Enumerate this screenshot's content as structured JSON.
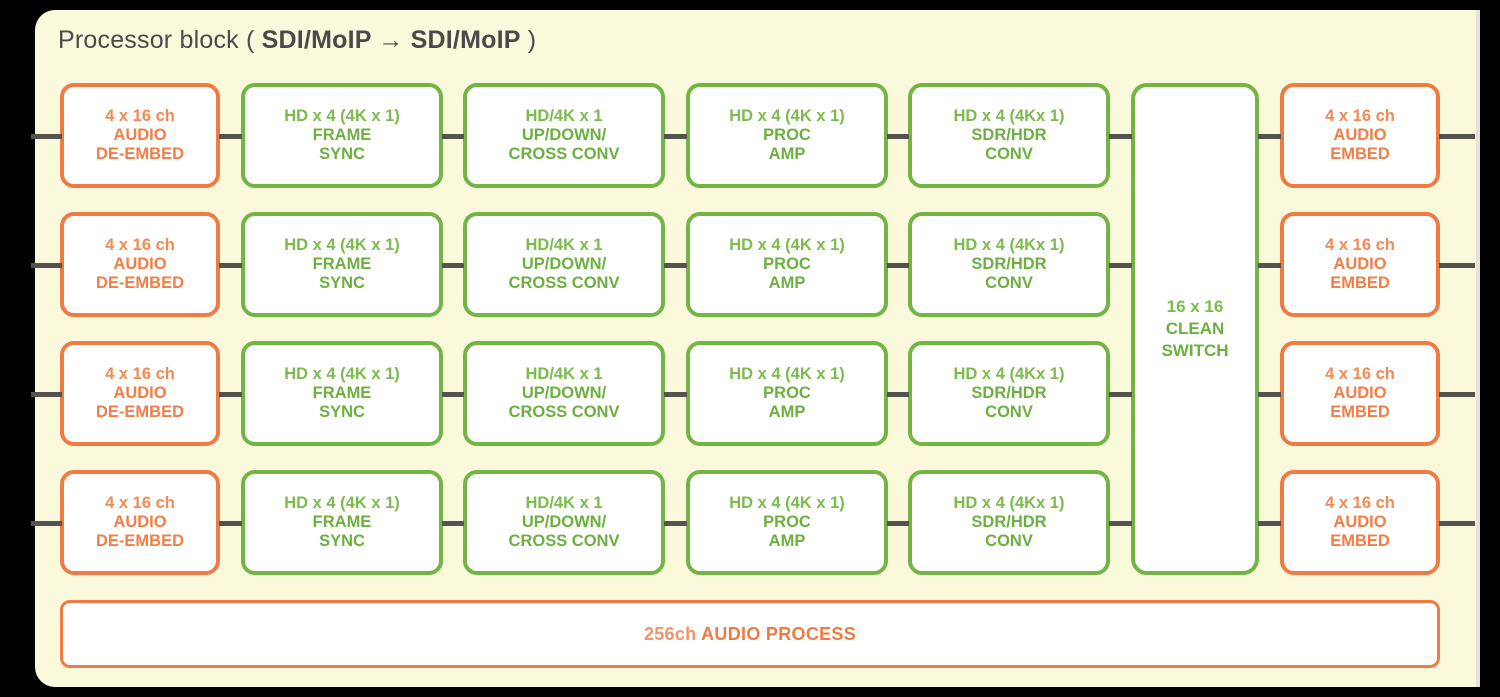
{
  "panel": {
    "title_prefix": "Processor block ( ",
    "title_chain": "SDI/MoIP → SDI/MoIP",
    "title_suffix": " )",
    "title_full": "Processor block ( SDI/MoIP → SDI/MoIP )",
    "background_color": "#FBF9DC",
    "accent_orange": "#EF7B44",
    "accent_green": "#72B544",
    "connector_color": "#55534E"
  },
  "columns": [
    {
      "id": "audio-de-embed",
      "color": "orange",
      "lines": [
        "4 x 16 ch",
        "AUDIO",
        "DE-EMBED"
      ]
    },
    {
      "id": "frame-sync",
      "color": "green",
      "lines": [
        "HD x 4 (4K x 1)",
        "FRAME",
        "SYNC"
      ]
    },
    {
      "id": "up-down-cross-conv",
      "color": "green",
      "lines": [
        "HD/4K x 1",
        "UP/DOWN/",
        "CROSS CONV"
      ]
    },
    {
      "id": "proc-amp",
      "color": "green",
      "lines": [
        "HD x 4 (4K x 1)",
        "PROC",
        "AMP"
      ]
    },
    {
      "id": "sdr-hdr-conv",
      "color": "green",
      "lines": [
        "HD x 4 (4Kx 1)",
        "SDR/HDR",
        "CONV"
      ]
    },
    {
      "id": "audio-embed",
      "color": "orange",
      "lines": [
        "4 x 16 ch",
        "AUDIO",
        "EMBED"
      ]
    }
  ],
  "clean_switch": {
    "id": "clean-switch",
    "lines": [
      "16 x 16",
      "CLEAN",
      "SWITCH"
    ]
  },
  "audio_process": {
    "id": "audio-process",
    "count": "256ch",
    "label": "AUDIO PROCESS",
    "full": "256ch AUDIO PROCESS"
  },
  "rows": 4
}
